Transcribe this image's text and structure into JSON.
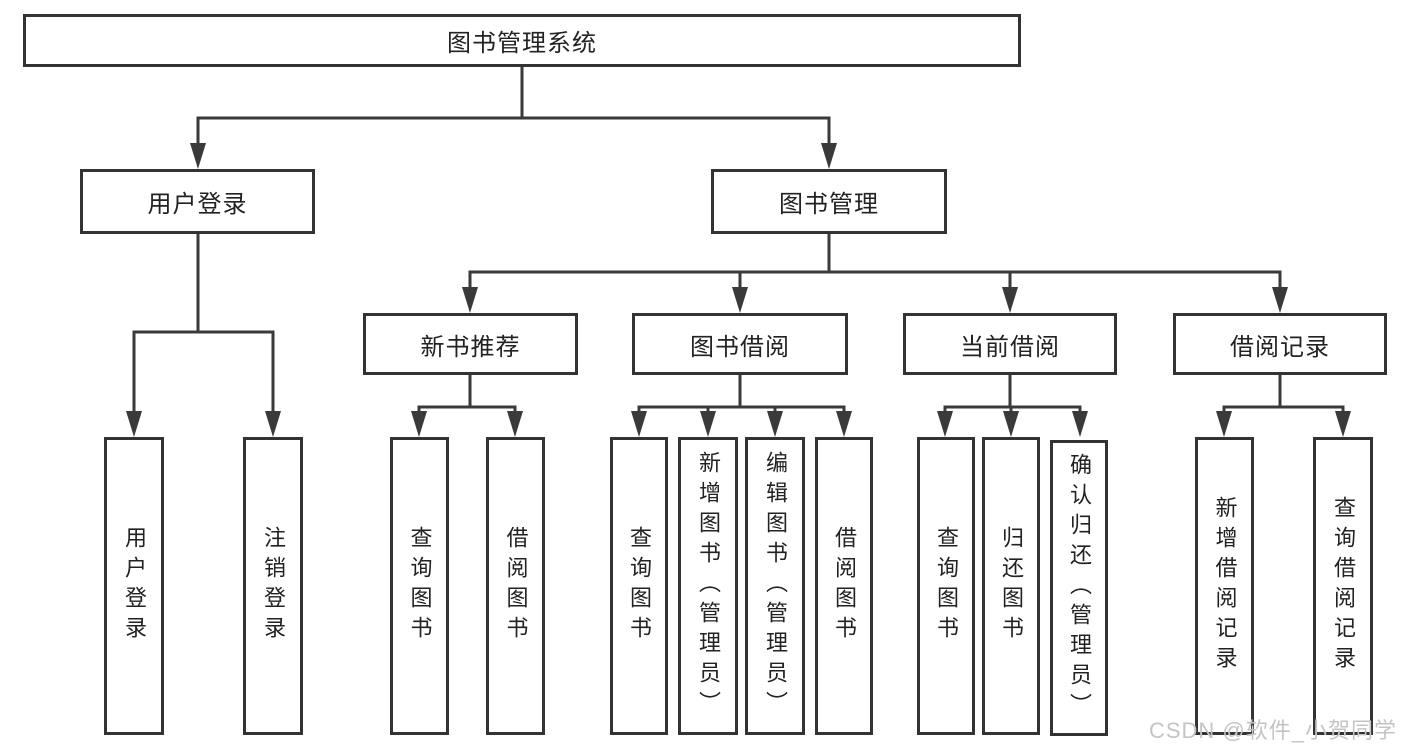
{
  "colors": {
    "line": "#3a3a3a",
    "border": "#333333",
    "box_fill": "#ffffff",
    "text": "#222222",
    "watermark": "#c4c4c4",
    "background": "#ffffff"
  },
  "watermark": "CSDN @软件_小贺同学",
  "tree": {
    "label": "图书管理系统",
    "children": [
      {
        "label": "用户登录",
        "children": [
          {
            "label": "用户登录"
          },
          {
            "label": "注销登录"
          }
        ]
      },
      {
        "label": "图书管理",
        "children": [
          {
            "label": "新书推荐",
            "children": [
              {
                "label": "查询图书"
              },
              {
                "label": "借阅图书"
              }
            ]
          },
          {
            "label": "图书借阅",
            "children": [
              {
                "label": "查询图书"
              },
              {
                "label": "新增图书（管理员）"
              },
              {
                "label": "编辑图书（管理员）"
              },
              {
                "label": "借阅图书"
              }
            ]
          },
          {
            "label": "当前借阅",
            "children": [
              {
                "label": "查询图书"
              },
              {
                "label": "归还图书"
              },
              {
                "label": "确认归还（管理员）"
              }
            ]
          },
          {
            "label": "借阅记录",
            "children": [
              {
                "label": "新增借阅记录"
              },
              {
                "label": "查询借阅记录"
              }
            ]
          }
        ]
      }
    ]
  }
}
